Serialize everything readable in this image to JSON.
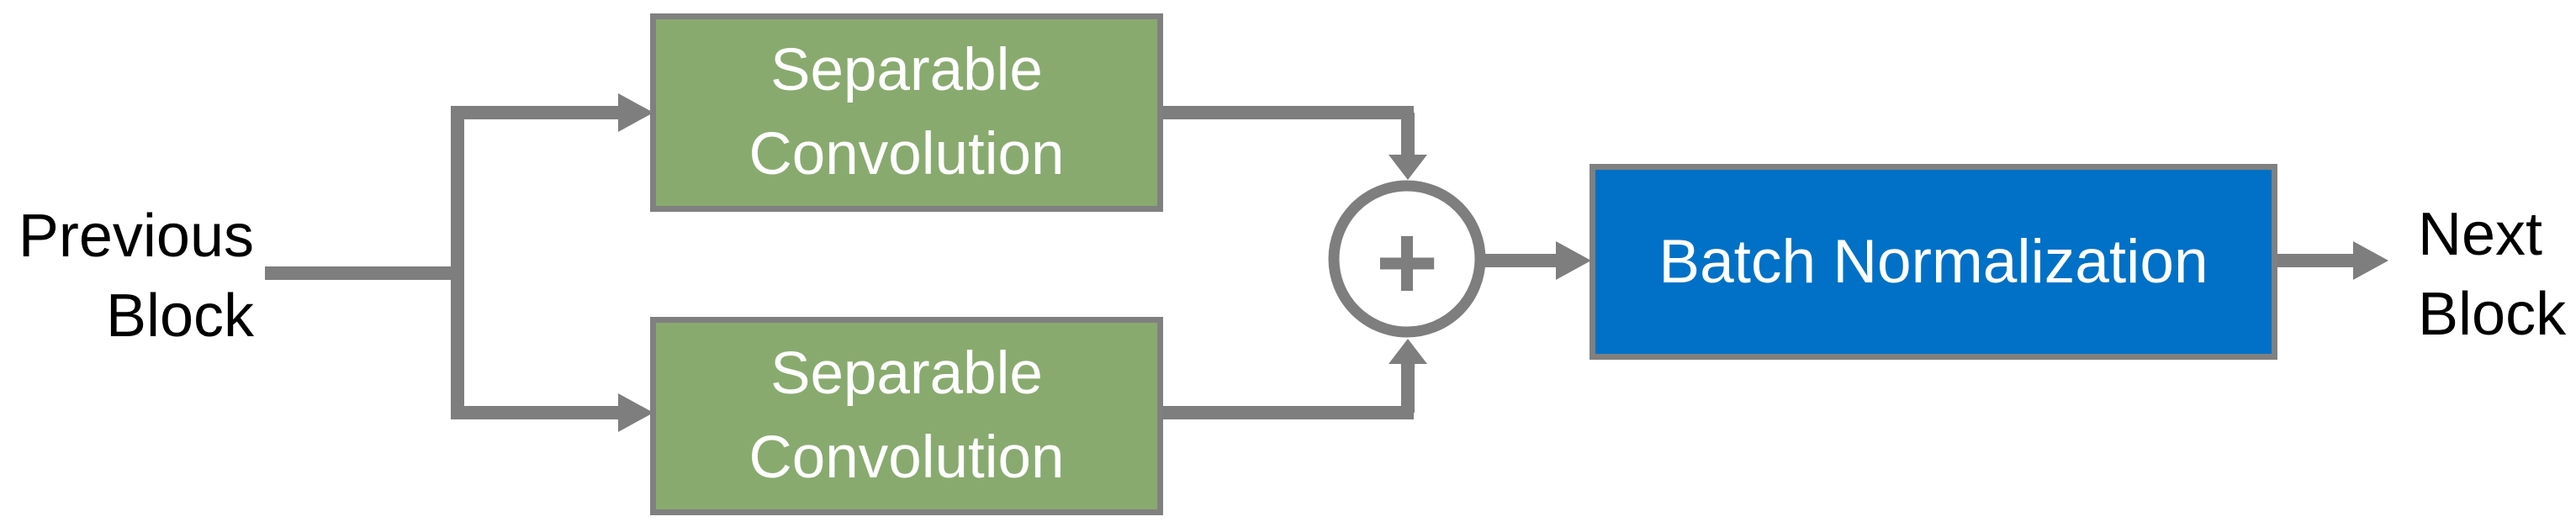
{
  "diagram": {
    "left_label": {
      "line1": "Previous",
      "line2": "Block"
    },
    "right_label": {
      "line1": "Next",
      "line2": "Block"
    },
    "boxes": {
      "separable_top": {
        "line1": "Separable",
        "line2": "Convolution"
      },
      "separable_bottom": {
        "line1": "Separable",
        "line2": "Convolution"
      },
      "batch_norm": {
        "label": "Batch Normalization"
      }
    },
    "add_node": {
      "symbol": "+"
    },
    "colors": {
      "separable_fill": "#89AA6F",
      "batch_norm_fill": "#0071C6",
      "connector": "#7E7E7E",
      "box_border": "#808080",
      "box_text": "#FFFFFF",
      "label_text": "#000000",
      "background": "#FFFFFF"
    }
  }
}
